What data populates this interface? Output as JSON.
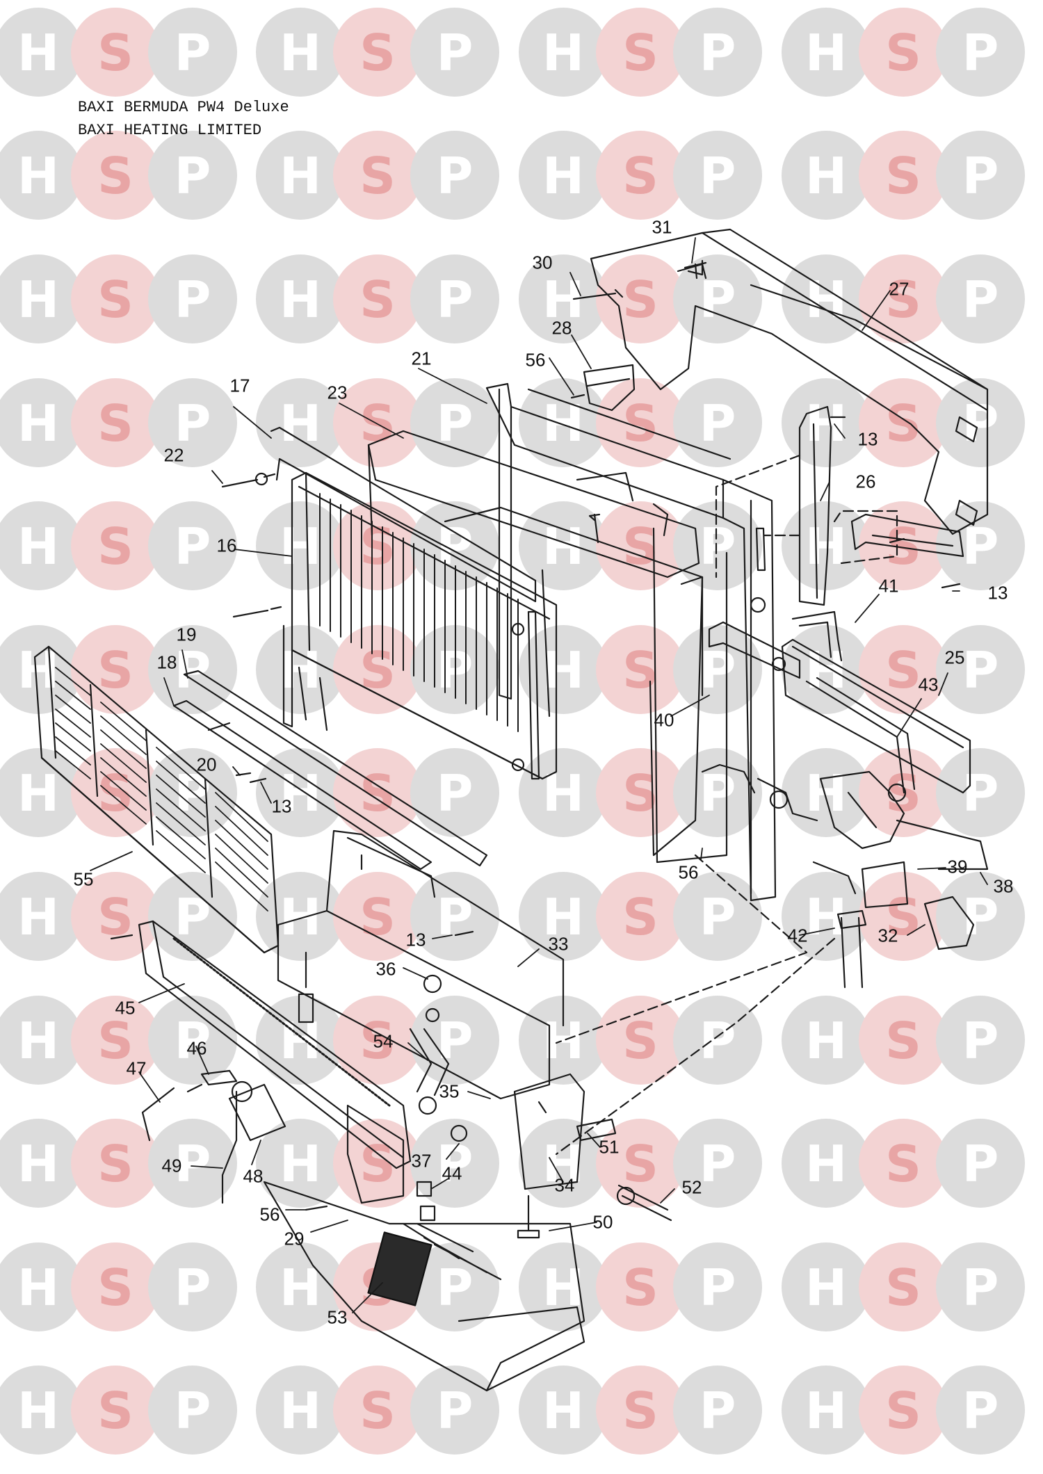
{
  "header": {
    "line1": "BAXI BERMUDA PW4 Deluxe",
    "line2": "BAXI HEATING LIMITED"
  },
  "watermark": {
    "letters": [
      "H",
      "S",
      "P"
    ],
    "colors": {
      "H": "#dcdcdc",
      "S": "#f3d3d3",
      "P": "#dcdcdc",
      "S_text": "#e8a5a5",
      "text": "#ffffff"
    }
  },
  "callouts": [
    "31",
    "30",
    "27",
    "28",
    "56",
    "21",
    "23",
    "17",
    "13",
    "26",
    "22",
    "16",
    "13",
    "41",
    "19",
    "25",
    "18",
    "40",
    "43",
    "20",
    "13",
    "56",
    "39",
    "38",
    "55",
    "42",
    "32",
    "13",
    "33",
    "36",
    "45",
    "54",
    "46",
    "35",
    "51",
    "47",
    "37",
    "44",
    "34",
    "52",
    "49",
    "48",
    "56",
    "50",
    "29",
    "53"
  ]
}
